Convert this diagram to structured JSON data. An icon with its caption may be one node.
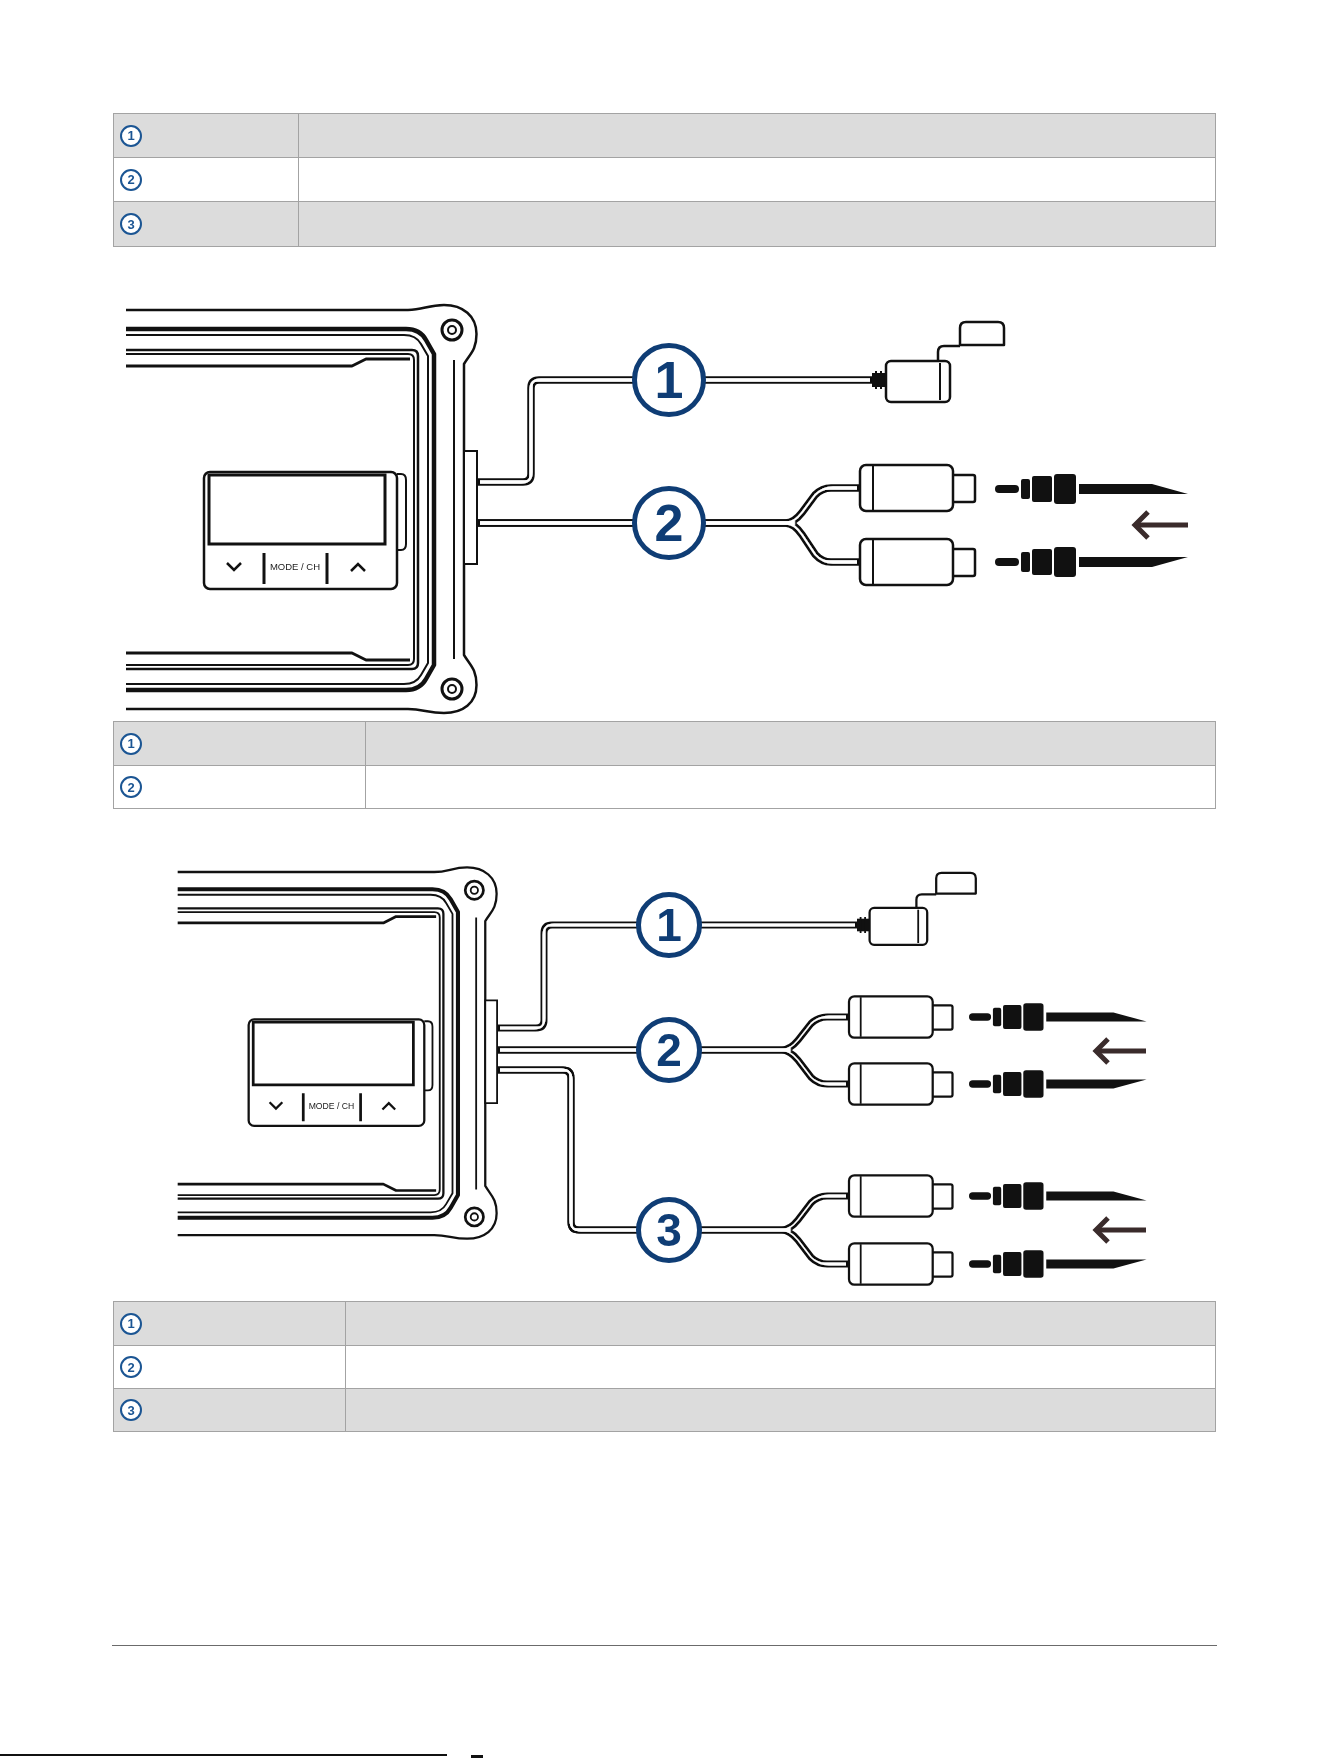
{
  "diagram": {
    "nodes": [
      {
        "text": [
          "MODE / CH"
        ]
      },
      {
        "text": [],
        "shape": "box",
        "in": 0
      },
      {
        "text": [],
        "shape": "picture"
      },
      {
        "text": [],
        "shape": "picture"
      },
      {
        "text": [],
        "shape": "picture"
      },
      {
        "text": [
          "MODE / CH"
        ]
      },
      {
        "text": [],
        "shape": "box",
        "in": 5
      },
      {
        "text": [],
        "shape": "picture"
      },
      {
        "text": [],
        "shape": "picture"
      },
      {
        "text": [],
        "shape": "picture"
      },
      {
        "text": [],
        "shape": "picture"
      },
      {
        "text": [],
        "shape": "picture"
      }
    ],
    "edges": [
      {
        "from": 1,
        "to": 2,
        "arrow": "none",
        "label": "1"
      },
      {
        "from": 1,
        "to": 3,
        "arrow": "none",
        "label": "2"
      },
      {
        "from": 1,
        "to": 4,
        "arrow": "none"
      },
      {
        "from": 6,
        "to": 7,
        "arrow": "none",
        "label": "1"
      },
      {
        "from": 6,
        "to": 8,
        "arrow": "none",
        "label": "2"
      },
      {
        "from": 6,
        "to": 9,
        "arrow": "none"
      },
      {
        "from": 6,
        "to": 10,
        "arrow": "none",
        "label": "3"
      },
      {
        "from": 6,
        "to": 11,
        "arrow": "none"
      }
    ],
    "labels": [
      "1",
      "2",
      "3",
      "1",
      "2",
      "1",
      "2",
      "3"
    ]
  }
}
